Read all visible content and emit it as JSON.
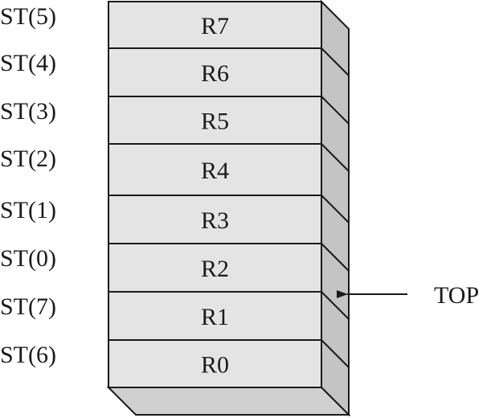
{
  "stack": {
    "registers": [
      {
        "st": "ST(5)",
        "name": "R7"
      },
      {
        "st": "ST(4)",
        "name": "R6"
      },
      {
        "st": "ST(3)",
        "name": "R5"
      },
      {
        "st": "ST(2)",
        "name": "R4"
      },
      {
        "st": "ST(1)",
        "name": "R3"
      },
      {
        "st": "ST(0)",
        "name": "R2"
      },
      {
        "st": "ST(7)",
        "name": "R1"
      },
      {
        "st": "ST(6)",
        "name": "R0"
      }
    ],
    "top_label": "TOP",
    "top_row_index": 5
  },
  "colors": {
    "front": "#e4e4e4",
    "side": "#c4c4c4",
    "bottom": "#d0d0d0",
    "stroke": "#1a1a1a"
  }
}
